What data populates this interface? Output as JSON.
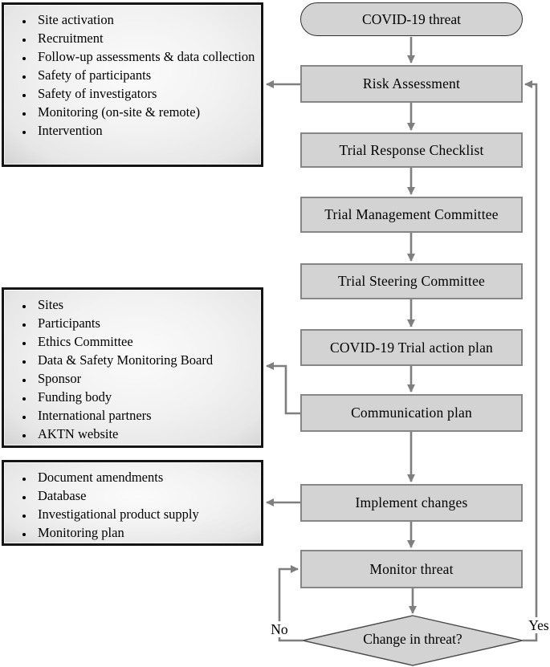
{
  "figure": {
    "start_label": "COVID-19 threat",
    "nodes": {
      "risk": "Risk Assessment",
      "checklist": "Trial Response Checklist",
      "management": "Trial Management Committee",
      "steering": "Trial Steering Committee",
      "action_plan": "COVID-19 Trial action plan",
      "communication": "Communication plan",
      "implement": "Implement changes",
      "monitor": "Monitor threat"
    },
    "decision": {
      "label": "Change in threat?",
      "no_label": "No",
      "yes_label": "Yes"
    }
  },
  "side_boxes": {
    "risk_areas": {
      "items": [
        "Site activation",
        "Recruitment",
        "Follow-up assessments & data collection",
        "Safety of participants",
        "Safety of investigators",
        "Monitoring (on-site & remote)",
        "Intervention"
      ]
    },
    "stakeholders": {
      "items": [
        "Sites",
        "Participants",
        "Ethics Committee",
        "Data & Safety Monitoring Board",
        "Sponsor",
        "Funding body",
        "International partners",
        "AKTN website"
      ]
    },
    "change_targets": {
      "items": [
        "Document amendments",
        "Database",
        "Investigational product supply",
        "Monitoring plan"
      ]
    }
  },
  "colors": {
    "node_fill": "#d3d3d3",
    "node_border": "#868686",
    "terminator_border": "#2f2f2f",
    "diamond_border": "#4a4a4a",
    "arrow": "#7f7f7f",
    "side_box_border": "#151515",
    "text": "#000000",
    "background": "#ffffff"
  }
}
